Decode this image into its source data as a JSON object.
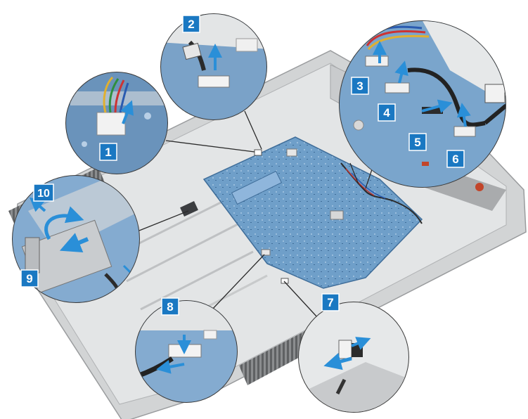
{
  "figure": {
    "callouts": [
      {
        "id": "1",
        "label": "1"
      },
      {
        "id": "2",
        "label": "2"
      },
      {
        "id": "3",
        "label": "3"
      },
      {
        "id": "4",
        "label": "4"
      },
      {
        "id": "5",
        "label": "5"
      },
      {
        "id": "6",
        "label": "6"
      },
      {
        "id": "7",
        "label": "7"
      },
      {
        "id": "8",
        "label": "8"
      },
      {
        "id": "9",
        "label": "9"
      },
      {
        "id": "10",
        "label": "10"
      }
    ],
    "colors": {
      "callout_badge": "#1a78c2",
      "arrow": "#2a8fd8",
      "board": "#6f9fc9",
      "board_dark": "#4f7fae",
      "chassis": "#d9dbdc",
      "chassis_edge": "#9a9c9e",
      "zoom_border": "#3a3a3a",
      "leader": "#2b2b2b"
    }
  }
}
